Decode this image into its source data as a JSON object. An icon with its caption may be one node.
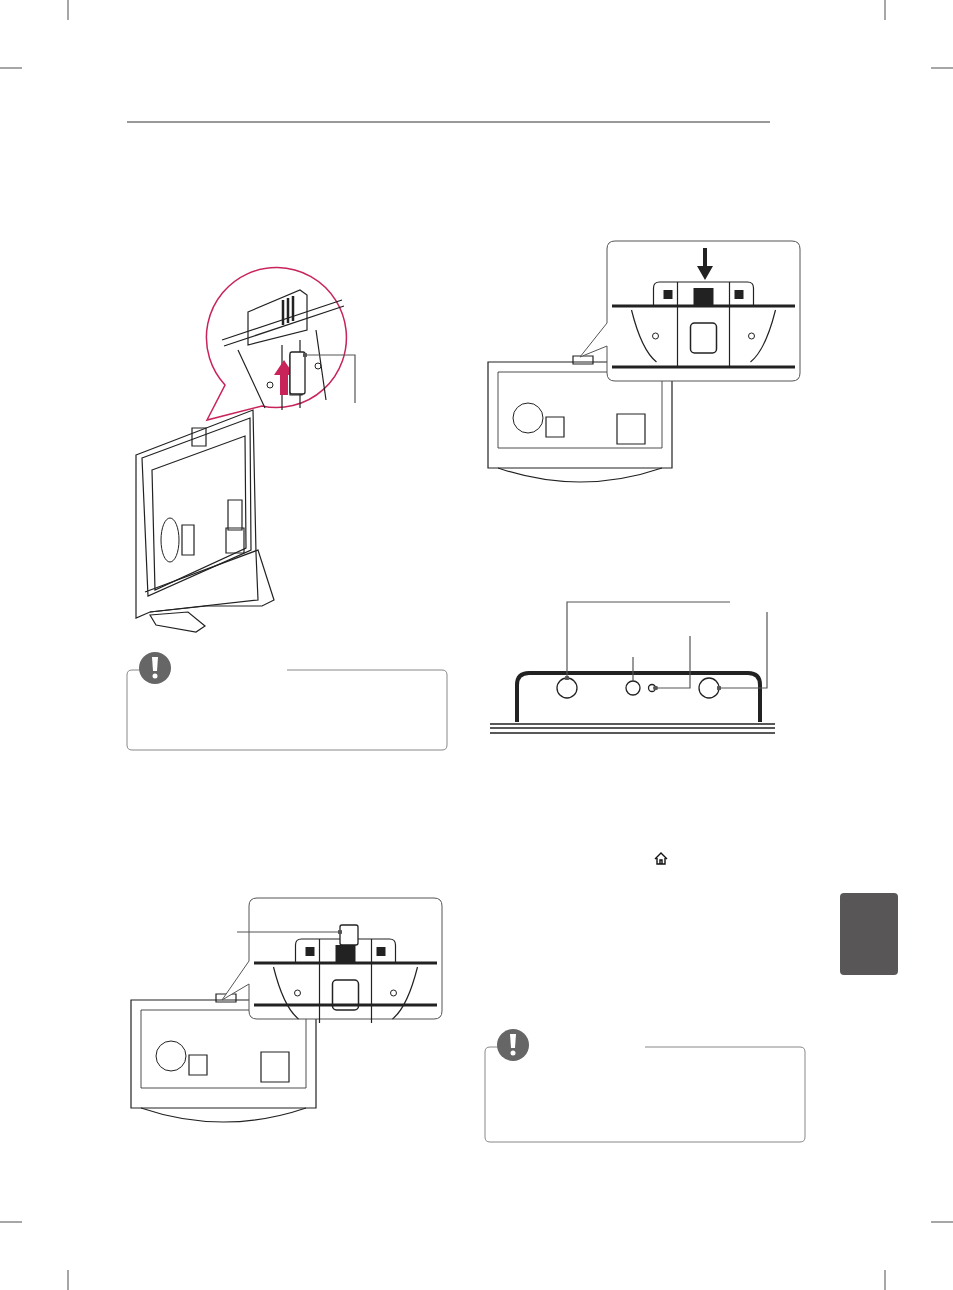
{
  "diagram": {
    "nodes": [
      {
        "text": [],
        "shape": "box"
      },
      {
        "text": [],
        "shape": "box"
      },
      {
        "text": [],
        "shape": "circle"
      },
      {
        "text": [],
        "shape": "circle"
      },
      {
        "text": [],
        "shape": "circle"
      },
      {
        "text": [],
        "shape": "circle"
      },
      {
        "text": [],
        "shape": "box"
      }
    ],
    "edges": [
      {
        "from": null,
        "to": 0,
        "arrow": "other"
      },
      {
        "from": null,
        "to": 1,
        "arrow": "other"
      },
      {
        "from": null,
        "to": 2,
        "arrow": "other"
      },
      {
        "from": null,
        "to": 3,
        "arrow": "none"
      },
      {
        "from": null,
        "to": 4,
        "arrow": "other"
      },
      {
        "from": null,
        "to": 5,
        "arrow": "other"
      }
    ]
  }
}
